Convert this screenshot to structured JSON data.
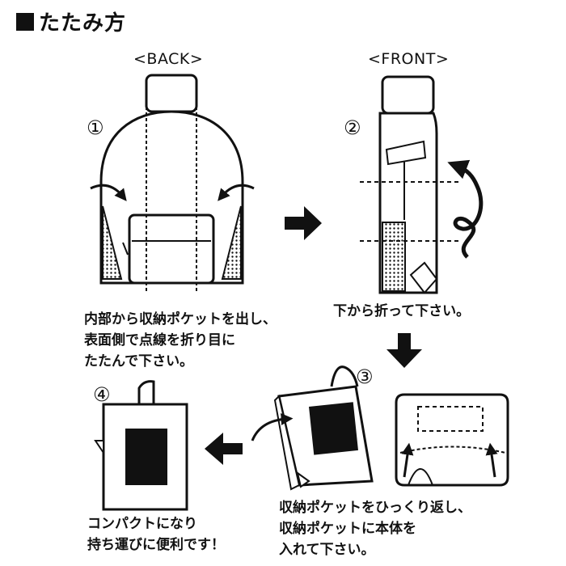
{
  "title": {
    "icon": "black-square-icon",
    "text": "たたみ方"
  },
  "views": {
    "back_label": "<BACK>",
    "front_label": "<FRONT>"
  },
  "steps": [
    {
      "number": "①",
      "caption": "内部から収納ポケットを出し、\n表面側で点線を折り目に\nたたんで下さい。"
    },
    {
      "number": "②",
      "caption": "下から折って下さい。"
    },
    {
      "number": "③",
      "caption": "収納ポケットをひっくり返し、\n収納ポケットに本体を\n入れて下さい。"
    },
    {
      "number": "④",
      "caption": "コンパクトになり\n持ち運びに便利です！"
    }
  ],
  "colors": {
    "ink": "#111111",
    "background": "#ffffff"
  }
}
